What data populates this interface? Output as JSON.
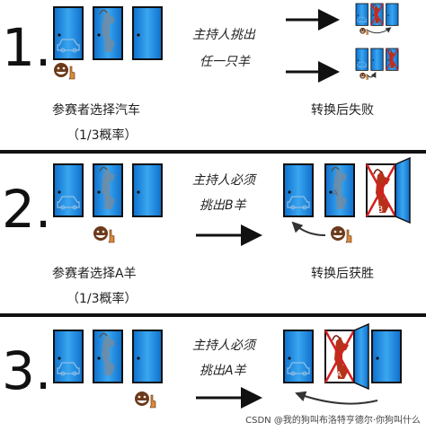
{
  "colors": {
    "door": "#1e90e8",
    "doorDark": "#0b5fa8",
    "frame": "#1d1d1d",
    "cross": "#d42020",
    "goat": "#b5321a",
    "person": "#6b3a1a"
  },
  "rows": [
    {
      "number": "1.",
      "host_text_1": "主持人挑出",
      "host_text_2": "任一只羊",
      "left_caption": "参赛者选择汽车",
      "sub_caption": "（1/3概率）",
      "right_caption": "转换后失败"
    },
    {
      "number": "2.",
      "host_text_1": "主持人必须",
      "host_text_2": "挑出B羊",
      "left_caption": "参赛者选择A羊",
      "sub_caption": "（1/3概率）",
      "right_caption": "转换后获胜"
    },
    {
      "number": "3.",
      "host_text_1": "主持人必须",
      "host_text_2": "挑出A羊",
      "left_caption": "",
      "sub_caption": "",
      "right_caption": ""
    }
  ],
  "labels": {
    "a": "A",
    "b": "B"
  },
  "watermark": "CSDN @我的狗叫布洛特亨德尔·你狗叫什么"
}
